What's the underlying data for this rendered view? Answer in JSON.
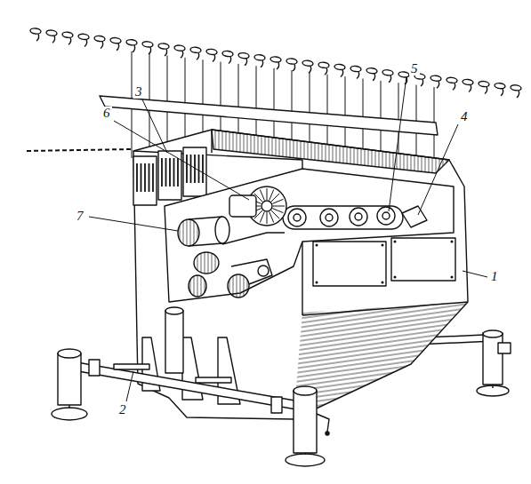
{
  "diagram": {
    "labels": [
      "5",
      "3",
      "6",
      "4",
      "7",
      "1",
      "2"
    ]
  }
}
